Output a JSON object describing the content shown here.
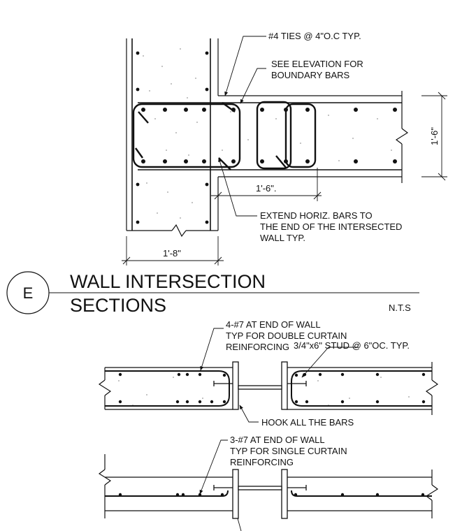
{
  "detail": {
    "marker": "E",
    "title_line1": "WALL INTERSECTION",
    "title_line2": "SECTIONS",
    "scale": "N.T.S"
  },
  "plan": {
    "note_ties": "#4 TIES @ 4\"O.C TYP.",
    "note_elev_1": "SEE ELEVATION FOR",
    "note_elev_2": "BOUNDARY BARS",
    "note_extend_1": "EXTEND HORIZ. BARS TO",
    "note_extend_2": "THE END OF THE INTERSECTED",
    "note_extend_3": "WALL TYP.",
    "dim_vertical": "1'-6\"",
    "dim_horizontal": "1'-6\".",
    "dim_bottom": "1'-8\""
  },
  "section_1": {
    "note_bars_1": "4-#7 AT END OF WALL",
    "note_bars_2": "TYP FOR DOUBLE CURTAIN",
    "note_bars_3": "REINFORCING",
    "note_stud": "3/4\"x6\" STUD @ 6\"OC. TYP.",
    "note_hook": "HOOK ALL THE BARS"
  },
  "section_2": {
    "note_bars_1": "3-#7 AT END OF WALL",
    "note_bars_2": "TYP FOR SINGLE CURTAIN",
    "note_bars_3": "REINFORCING"
  }
}
